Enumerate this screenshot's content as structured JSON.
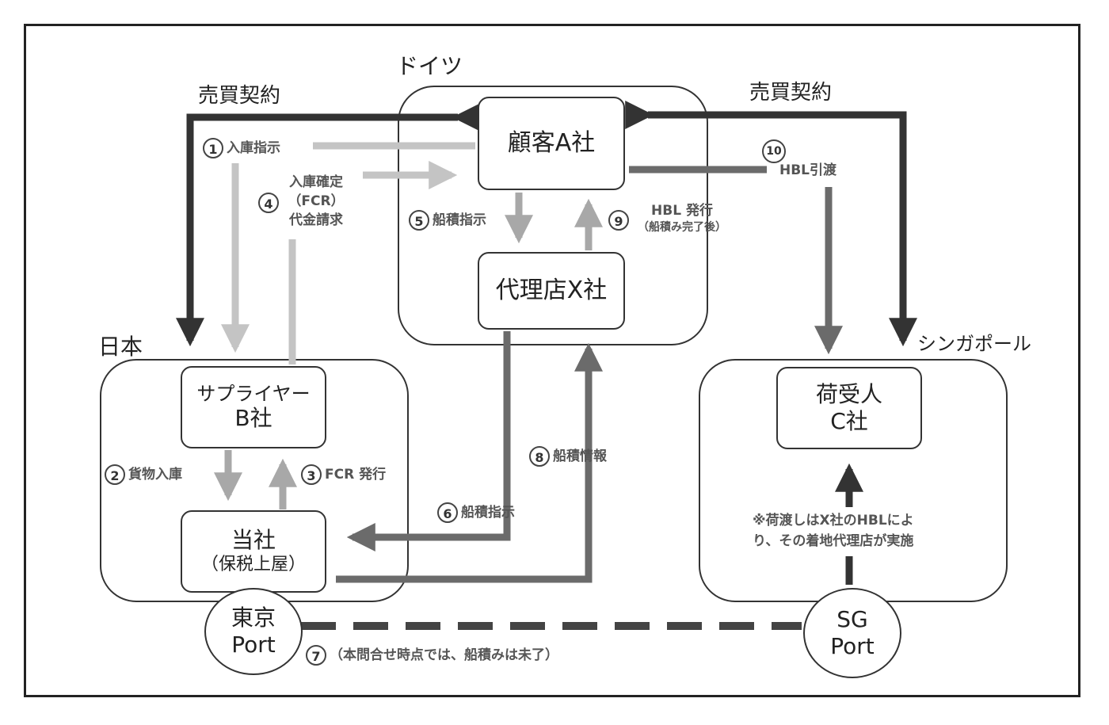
{
  "regions": {
    "germany": "ドイツ",
    "japan": "日本",
    "singapore": "シンガポール"
  },
  "contracts": {
    "left": "売買契約",
    "right": "売買契約"
  },
  "nodes": {
    "customer": "顧客A社",
    "agent": "代理店X社",
    "supplier_line1": "サプライヤー",
    "supplier_line2": "B社",
    "company_line1": "当社",
    "company_line2": "（保税上屋）",
    "consignee_line1": "荷受人",
    "consignee_line2": "C社",
    "tokyo_line1": "東京",
    "tokyo_line2": "Port",
    "sg_line1": "SG",
    "sg_line2": "Port"
  },
  "steps": {
    "s1": {
      "num": "1",
      "text": "入庫指示"
    },
    "s2": {
      "num": "2",
      "text": "貨物入庫"
    },
    "s3": {
      "num": "3",
      "text": "FCR 発行"
    },
    "s4": {
      "num": "4",
      "line1": "入庫確定",
      "line2": "（FCR）",
      "line3": "代金請求"
    },
    "s5": {
      "num": "5",
      "text": "船積指示"
    },
    "s6": {
      "num": "6",
      "text": "船積指示"
    },
    "s7": {
      "num": "7",
      "text": "（本問合せ時点では、船積みは未了）"
    },
    "s8": {
      "num": "8",
      "text": "船積情報"
    },
    "s9": {
      "num": "9",
      "line1": "HBL 発行",
      "line2": "（船積み完了後）"
    },
    "s10": {
      "num": "10",
      "text": "HBL引渡"
    }
  },
  "note": {
    "line1": "※荷渡しはX社のHBLによ",
    "line2": "り、その着地代理店が実施"
  },
  "colors": {
    "dark": "#333333",
    "medium": "#6b6b6b",
    "mediumLight": "#a8a8a8",
    "light": "#c4c4c4"
  }
}
